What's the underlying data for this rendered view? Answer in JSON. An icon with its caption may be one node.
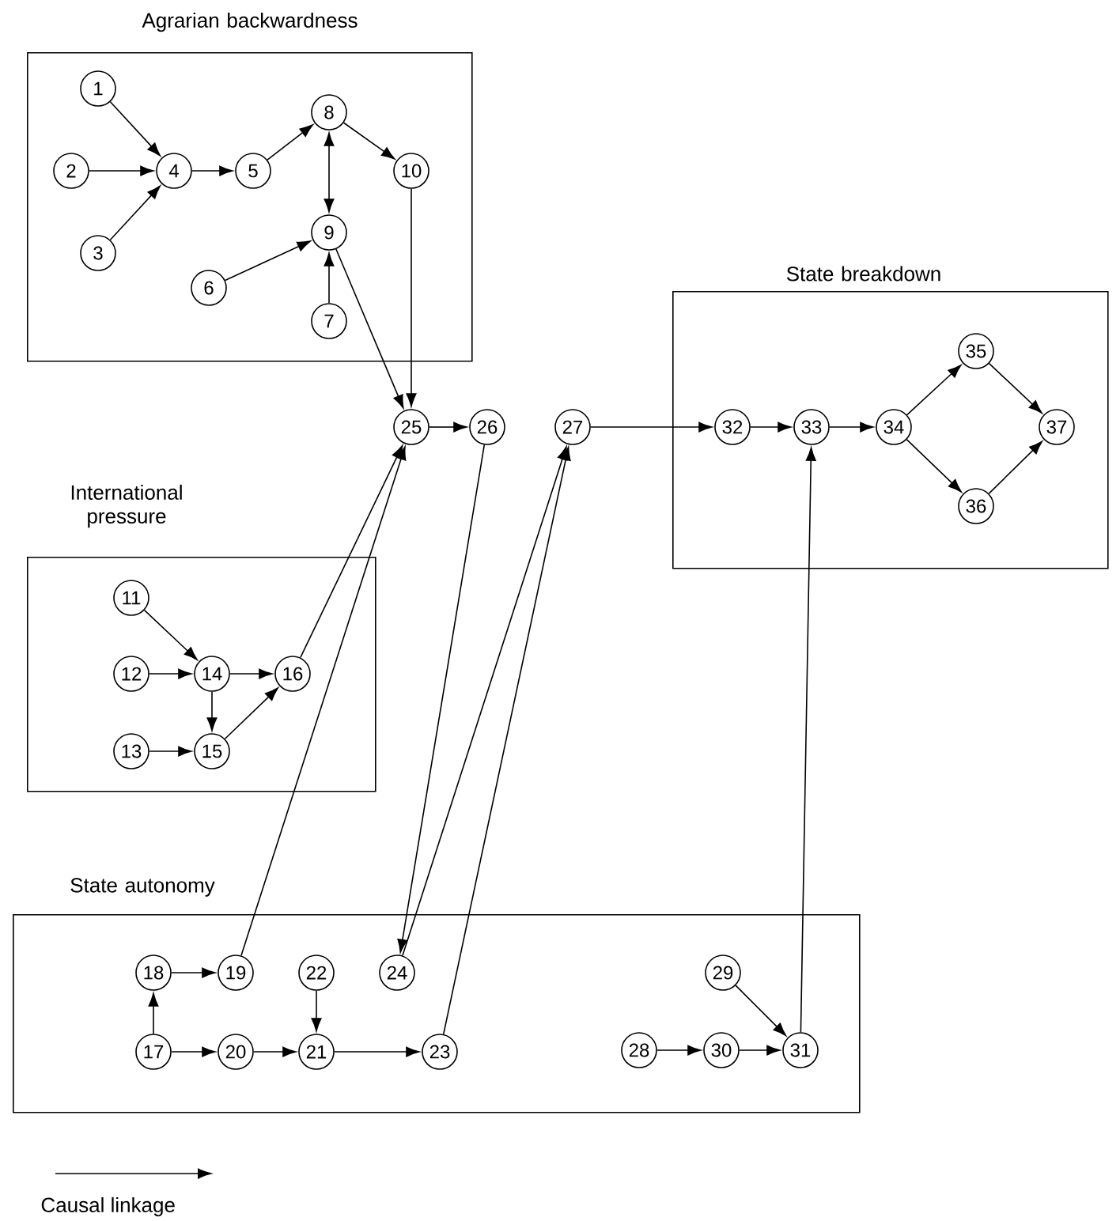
{
  "diagram": {
    "nodes": [
      {
        "text": [
          "Agrarian backwardness"
        ]
      },
      {
        "text": [
          "State breakdown"
        ]
      },
      {
        "text": [
          "International pressure"
        ]
      },
      {
        "text": [
          "State autonomy"
        ]
      },
      {
        "text": [
          "1"
        ],
        "in": 0
      },
      {
        "text": [
          "2"
        ],
        "in": 0
      },
      {
        "text": [
          "3"
        ],
        "in": 0
      },
      {
        "text": [
          "4"
        ],
        "in": 0
      },
      {
        "text": [
          "5"
        ],
        "in": 0
      },
      {
        "text": [
          "6"
        ],
        "in": 0
      },
      {
        "text": [
          "7"
        ],
        "in": 0
      },
      {
        "text": [
          "8"
        ],
        "in": 0
      },
      {
        "text": [
          "9"
        ],
        "in": 0
      },
      {
        "text": [
          "10"
        ],
        "in": 0
      },
      {
        "text": [
          "11"
        ],
        "in": 2
      },
      {
        "text": [
          "12"
        ],
        "in": 2
      },
      {
        "text": [
          "13"
        ],
        "in": 2
      },
      {
        "text": [
          "14"
        ],
        "in": 2
      },
      {
        "text": [
          "15"
        ],
        "in": 2
      },
      {
        "text": [
          "16"
        ],
        "in": 2
      },
      {
        "text": [
          "17"
        ],
        "in": 3
      },
      {
        "text": [
          "18"
        ],
        "in": 3
      },
      {
        "text": [
          "19"
        ],
        "in": 3
      },
      {
        "text": [
          "20"
        ],
        "in": 3
      },
      {
        "text": [
          "21"
        ],
        "in": 3
      },
      {
        "text": [
          "22"
        ],
        "in": 3
      },
      {
        "text": [
          "23"
        ],
        "in": 3
      },
      {
        "text": [
          "24"
        ],
        "in": 3
      },
      {
        "text": [
          "25"
        ]
      },
      {
        "text": [
          "26"
        ]
      },
      {
        "text": [
          "27"
        ]
      },
      {
        "text": [
          "28"
        ],
        "in": 3
      },
      {
        "text": [
          "29"
        ],
        "in": 3
      },
      {
        "text": [
          "30"
        ],
        "in": 3
      },
      {
        "text": [
          "31"
        ],
        "in": 3
      },
      {
        "text": [
          "32"
        ],
        "in": 1
      },
      {
        "text": [
          "33"
        ],
        "in": 1
      },
      {
        "text": [
          "34"
        ],
        "in": 1
      },
      {
        "text": [
          "35"
        ],
        "in": 1
      },
      {
        "text": [
          "36"
        ],
        "in": 1
      },
      {
        "text": [
          "37"
        ],
        "in": 1
      }
    ],
    "edges": [
      {
        "from": 4,
        "to": 7,
        "arrow": "to"
      },
      {
        "from": 5,
        "to": 7,
        "arrow": "to"
      },
      {
        "from": 6,
        "to": 7,
        "arrow": "to"
      },
      {
        "from": 7,
        "to": 8,
        "arrow": "to"
      },
      {
        "from": 8,
        "to": 11,
        "arrow": "to"
      },
      {
        "from": 11,
        "to": 12,
        "arrow": "both"
      },
      {
        "from": 11,
        "to": 13,
        "arrow": "to"
      },
      {
        "from": 9,
        "to": 12,
        "arrow": "to"
      },
      {
        "from": 10,
        "to": 12,
        "arrow": "to"
      },
      {
        "from": 12,
        "to": 28,
        "arrow": "to"
      },
      {
        "from": 13,
        "to": 28,
        "arrow": "to"
      },
      {
        "from": 28,
        "to": 29,
        "arrow": "to"
      },
      {
        "from": 29,
        "to": 27,
        "arrow": "to"
      },
      {
        "from": 27,
        "to": 30,
        "arrow": "to"
      },
      {
        "from": 26,
        "to": 30,
        "arrow": "to"
      },
      {
        "from": 30,
        "to": 35,
        "arrow": "to"
      },
      {
        "from": 35,
        "to": 36,
        "arrow": "to"
      },
      {
        "from": 36,
        "to": 37,
        "arrow": "to"
      },
      {
        "from": 37,
        "to": 38,
        "arrow": "to"
      },
      {
        "from": 37,
        "to": 39,
        "arrow": "to"
      },
      {
        "from": 38,
        "to": 40,
        "arrow": "to"
      },
      {
        "from": 39,
        "to": 40,
        "arrow": "to"
      },
      {
        "from": 14,
        "to": 17,
        "arrow": "to"
      },
      {
        "from": 15,
        "to": 17,
        "arrow": "to"
      },
      {
        "from": 17,
        "to": 19,
        "arrow": "to"
      },
      {
        "from": 17,
        "to": 18,
        "arrow": "to"
      },
      {
        "from": 16,
        "to": 18,
        "arrow": "to"
      },
      {
        "from": 18,
        "to": 19,
        "arrow": "to"
      },
      {
        "from": 19,
        "to": 28,
        "arrow": "to"
      },
      {
        "from": 22,
        "to": 28,
        "arrow": "to"
      },
      {
        "from": 21,
        "to": 22,
        "arrow": "to"
      },
      {
        "from": 20,
        "to": 21,
        "arrow": "to"
      },
      {
        "from": 20,
        "to": 23,
        "arrow": "to"
      },
      {
        "from": 23,
        "to": 24,
        "arrow": "to"
      },
      {
        "from": 25,
        "to": 24,
        "arrow": "to"
      },
      {
        "from": 24,
        "to": 26,
        "arrow": "to"
      },
      {
        "from": 32,
        "to": 34,
        "arrow": "to"
      },
      {
        "from": 31,
        "to": 33,
        "arrow": "to"
      },
      {
        "from": 33,
        "to": 34,
        "arrow": "to"
      },
      {
        "from": 34,
        "to": 36,
        "arrow": "to"
      }
    ],
    "legend": [
      {
        "text": "Causal linkage"
      }
    ]
  }
}
